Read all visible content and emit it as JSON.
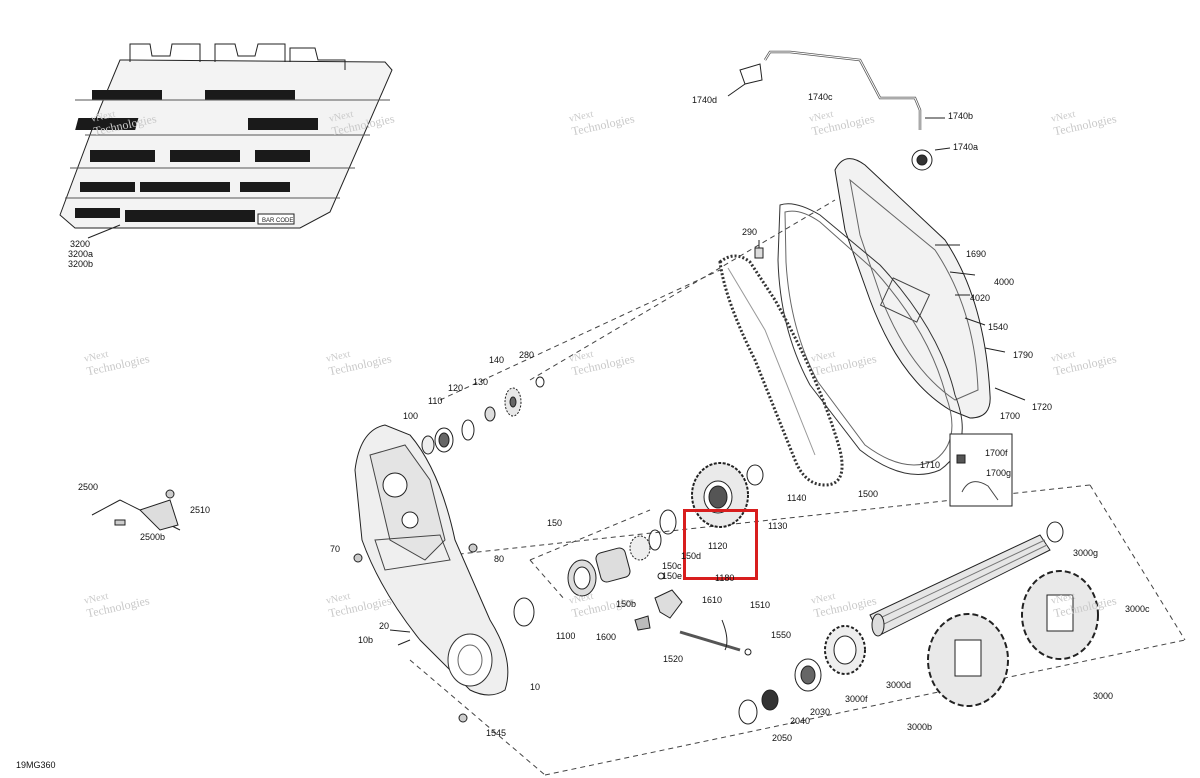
{
  "diagram_code": "19MG360",
  "highlight": {
    "label": "1120",
    "color": "#d81e1e"
  },
  "watermark": {
    "line1": "vNext",
    "line2": "Technologies"
  },
  "part_labels": [
    "3200",
    "3200a",
    "3200b",
    "1740d",
    "1740c",
    "1740b",
    "1740a",
    "290",
    "1690",
    "4000",
    "4020",
    "1540",
    "1790",
    "1720",
    "1700",
    "1700f",
    "1700g",
    "1710",
    "1500",
    "1140",
    "1130",
    "140",
    "280",
    "130",
    "120",
    "110",
    "100",
    "150",
    "1120",
    "150d",
    "150c",
    "150e",
    "1180",
    "150b",
    "1610",
    "1510",
    "1600",
    "1550",
    "1520",
    "1100",
    "2500",
    "2510",
    "2500b",
    "70",
    "80",
    "20",
    "10b",
    "10",
    "1545",
    "3000g",
    "3000c",
    "3000",
    "3000d",
    "3000f",
    "3000b",
    "2030",
    "2040",
    "2050"
  ]
}
